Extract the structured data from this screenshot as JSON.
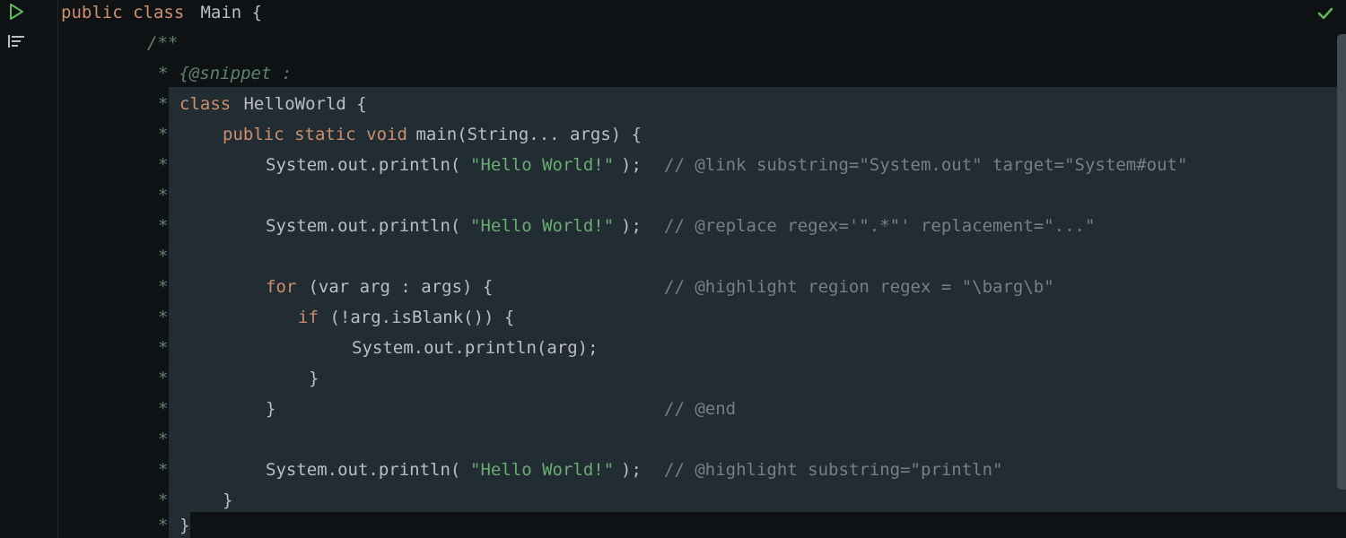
{
  "editor": {
    "gutter": {
      "run_icon": "run-triangle-icon",
      "structure_icon": "structure-list-icon"
    },
    "inspection_status": "check-icon",
    "colors": {
      "background": "#0f1215",
      "snippet_background": "#212c33",
      "keyword": "#cf8e6d",
      "string": "#6aab73",
      "doc_comment": "#5f826b",
      "line_comment": "#7a7e85",
      "text": "#bcbec4",
      "success_green": "#5fb859"
    },
    "lines": [
      {
        "kw1": "public class",
        "text1": " Main {"
      },
      {
        "doc": "/**"
      },
      {
        "star": "*",
        "doc": " {@snippet :"
      },
      {
        "star": "*",
        "kw1": "class",
        "text1": " HelloWorld {"
      },
      {
        "star": "*",
        "kw1": "public static void",
        "text1": " main(String... args) {"
      },
      {
        "star": "*",
        "text1": "System.out.println(",
        "str": "\"Hello World!\"",
        "text2": ");",
        "comment": "// @link substring=\"System.out\" target=\"System#out\""
      },
      {
        "star": "*"
      },
      {
        "star": "*",
        "text1": "System.out.println(",
        "str": "\"Hello World!\"",
        "text2": ");",
        "comment": "// @replace regex='\".*\"' replacement=\"...\""
      },
      {
        "star": "*"
      },
      {
        "star": "*",
        "kw1": "for",
        "text1": " (var arg : args) {",
        "comment": "// @highlight region regex = \"\\barg\\b\""
      },
      {
        "star": "*",
        "kw1": "if",
        "text1": " (!arg.isBlank()) {"
      },
      {
        "star": "*",
        "text1": "System.out.println(arg);"
      },
      {
        "star": "*",
        "text1": "}"
      },
      {
        "star": "*",
        "text1": "}",
        "comment": "// @end"
      },
      {
        "star": "*"
      },
      {
        "star": "*",
        "text1": "System.out.println(",
        "str": "\"Hello World!\"",
        "text2": ");",
        "comment": "// @highlight substring=\"println\""
      },
      {
        "star": "*",
        "text1": "}"
      },
      {
        "star": "*",
        "text1": "}"
      }
    ]
  }
}
